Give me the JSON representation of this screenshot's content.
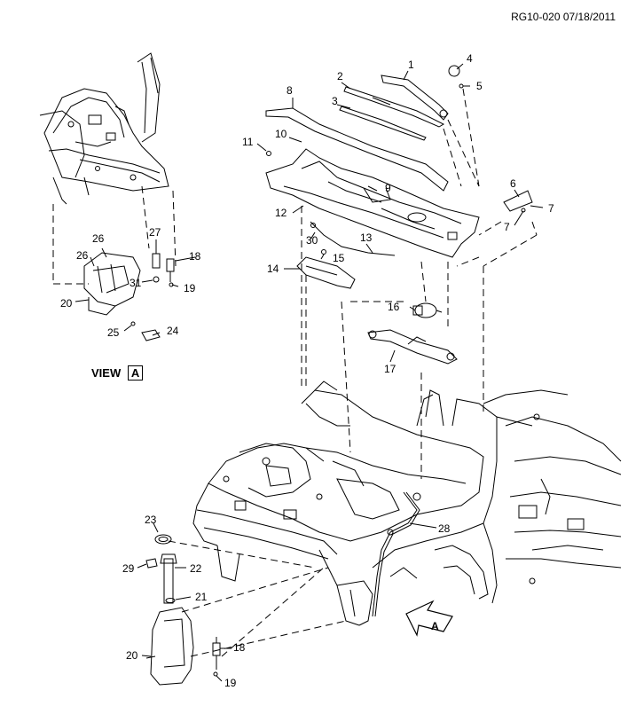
{
  "document_id": "RG10-020 07/18/2011",
  "view": {
    "prefix": "VIEW",
    "letter": "A"
  },
  "arrow_letter": "A",
  "callouts": [
    "1",
    "2",
    "3",
    "4",
    "5",
    "6",
    "7",
    "7",
    "8",
    "9",
    "10",
    "11",
    "12",
    "13",
    "14",
    "15",
    "16",
    "17",
    "18",
    "19",
    "20",
    "21",
    "22",
    "23",
    "24",
    "25",
    "26",
    "26",
    "27",
    "28",
    "29",
    "30",
    "31",
    "18",
    "19",
    "20"
  ]
}
